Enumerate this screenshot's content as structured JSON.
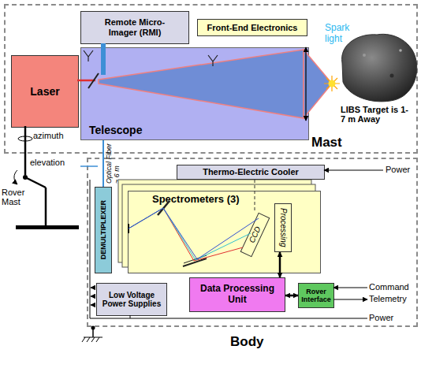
{
  "diagram": {
    "nodes": [
      {
        "text": [
          "Mast"
        ]
      },
      {
        "text": [
          "Remote Micro-Imager (RMI)"
        ],
        "in": 0
      },
      {
        "text": [
          "Front-End Electronics"
        ],
        "in": 0
      },
      {
        "text": [
          "Laser"
        ],
        "in": 0
      },
      {
        "text": [
          "Telescope"
        ],
        "in": 0
      },
      {
        "text": [
          "Body"
        ]
      },
      {
        "text": [
          "DEMULTIPLEXER"
        ],
        "in": 5
      },
      {
        "text": [
          "Thermo-Electric Cooler"
        ],
        "in": 5
      },
      {
        "text": [
          "Spectrometers (3)"
        ],
        "in": 5
      },
      {
        "text": [
          "CCD"
        ],
        "in": 8
      },
      {
        "text": [
          "Processing"
        ],
        "in": 8
      },
      {
        "text": [
          "Data Processing Unit"
        ],
        "in": 5
      },
      {
        "text": [
          "Rover Interface"
        ],
        "in": 5
      },
      {
        "text": [
          "Low Voltage Power Supplies"
        ],
        "in": 5
      }
    ],
    "edges": [
      {
        "from": 4,
        "to": 6,
        "arrow": "none",
        "label": "Optical Fiber ~ 6 m"
      },
      {
        "from": 7,
        "to": 9,
        "arrow": "none"
      },
      {
        "from": 10,
        "to": 11,
        "arrow": "both"
      },
      {
        "from": 11,
        "to": 12,
        "arrow": "both"
      }
    ],
    "labels": [
      "azimuth",
      "elevation",
      "Rover Mast",
      "Spark light",
      "LIBS Target is 1-7 m Away",
      "Power",
      "Command",
      "Telemetry",
      "Power"
    ]
  }
}
